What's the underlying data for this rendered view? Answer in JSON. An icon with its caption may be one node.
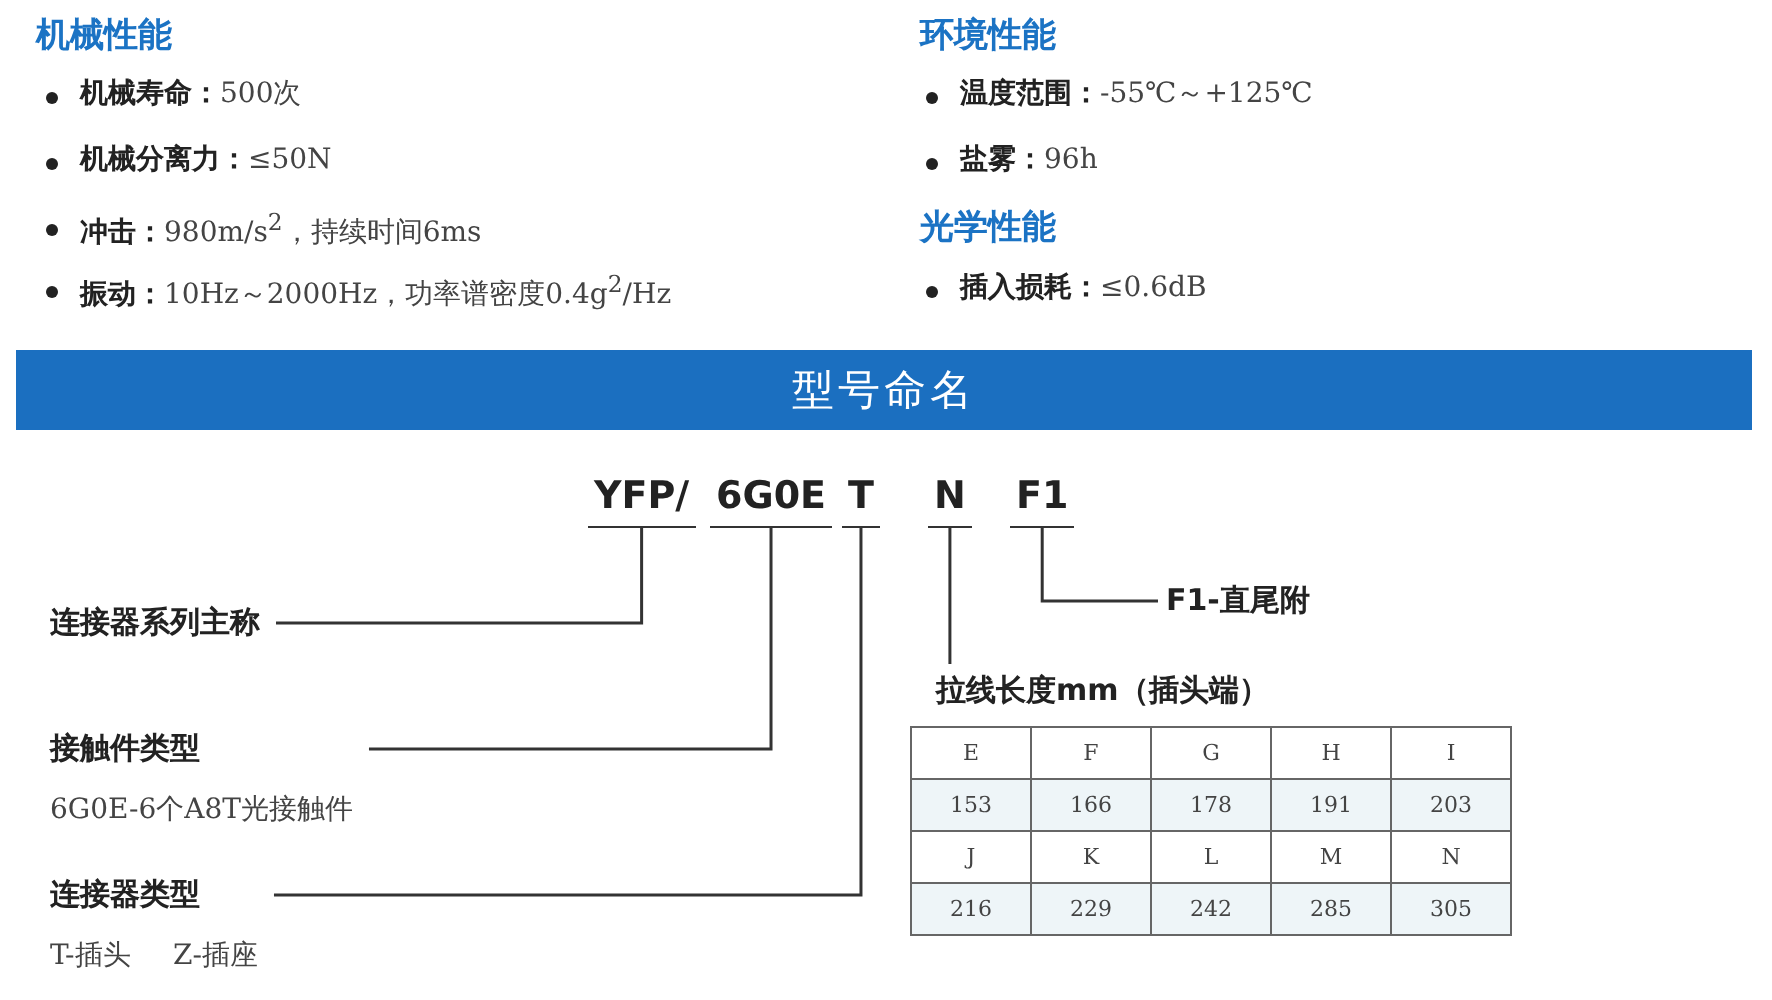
{
  "diagram": {
    "title": "型号命名",
    "nodes": [
      {
        "text": [
          "YFP/"
        ]
      },
      {
        "text": [
          "6G0E"
        ]
      },
      {
        "text": [
          "T"
        ]
      },
      {
        "text": [
          "N"
        ]
      },
      {
        "text": [
          "F1"
        ]
      },
      {
        "text": [
          "连接器系列主称"
        ]
      },
      {
        "text": [
          "接触件类型",
          "6G0E-6个A8T光接触件"
        ]
      },
      {
        "text": [
          "连接器类型",
          "T-插头 Z-插座"
        ]
      },
      {
        "text": [
          "F1-直尾附"
        ]
      },
      {
        "text": [
          "拉线长度mm（插头端）"
        ]
      }
    ],
    "edges": [
      {
        "from": 0,
        "to": 5,
        "arrow": "none"
      },
      {
        "from": 1,
        "to": 6,
        "arrow": "none"
      },
      {
        "from": 2,
        "to": 7,
        "arrow": "none"
      },
      {
        "from": 3,
        "to": 9,
        "arrow": "none"
      },
      {
        "from": 4,
        "to": 8,
        "arrow": "none"
      }
    ],
    "labels": [
      "机械性能",
      "**机械寿命：**500次",
      "**机械分离力：**≤50N",
      "**冲击：**980m/s$^{2}$，持续时间6ms",
      "**振动：**10Hz～2000Hz，功率谱密度0.4g$^{2}$/Hz",
      "环境性能",
      "**温度范围：**-55℃～+125℃",
      "**盐雾：**96h",
      "光学性能",
      "**插入损耗：**≤0.6dB",
      "E",
      "F",
      "G",
      "H",
      "I",
      "153",
      "166",
      "178",
      "191",
      "203",
      "J",
      "K",
      "L",
      "M",
      "N",
      "216",
      "229",
      "242",
      "285",
      "305"
    ]
  }
}
